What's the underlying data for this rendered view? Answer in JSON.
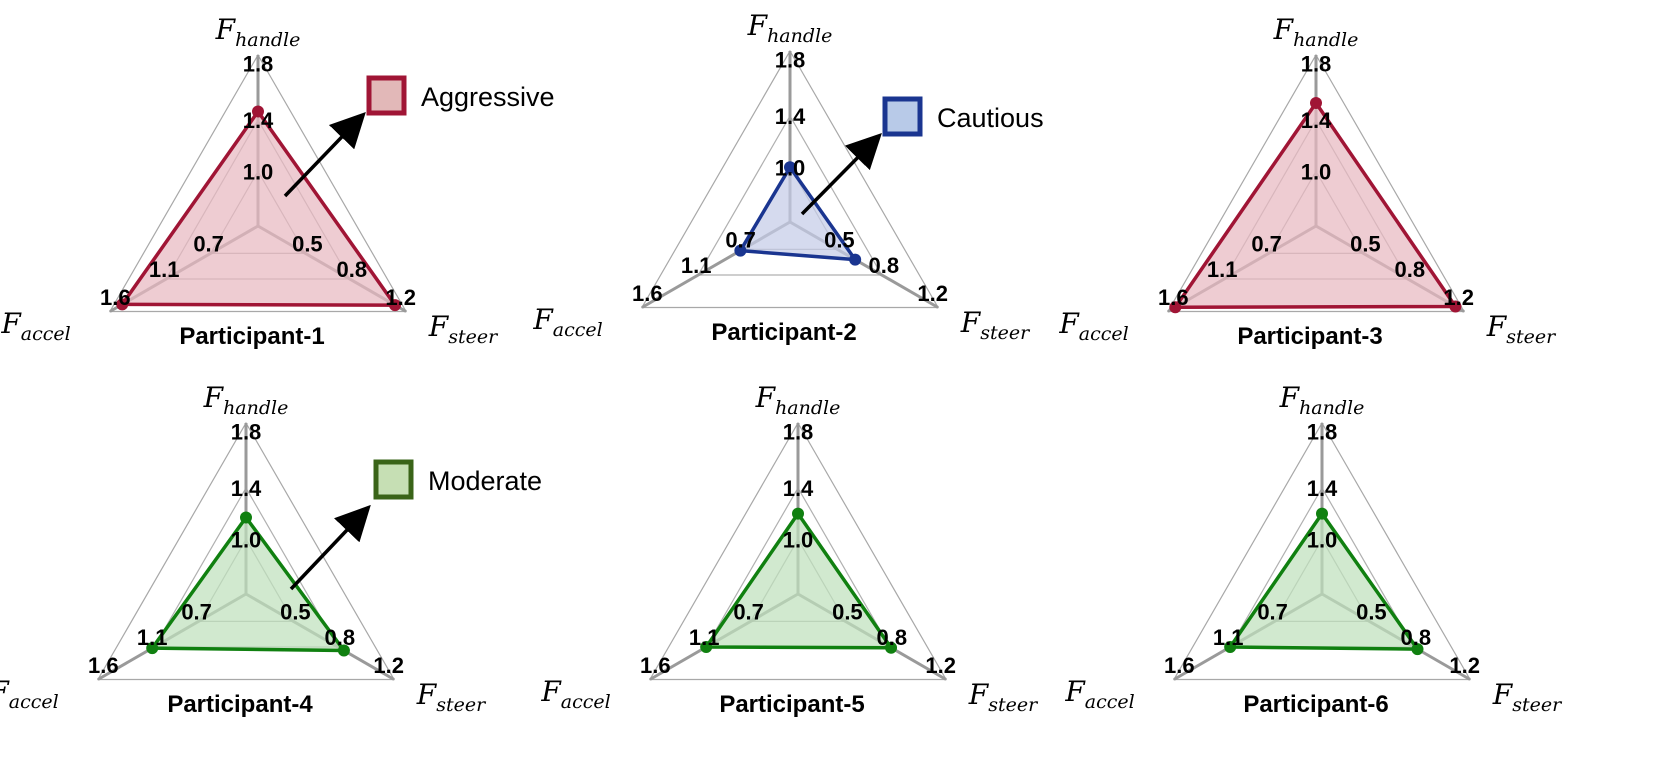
{
  "chart_data": [
    {
      "type": "radar",
      "title": "Participant-1",
      "axes": [
        {
          "name": "F",
          "sub": "handle",
          "ticks": [
            "1.0",
            "1.4",
            "1.8"
          ]
        },
        {
          "name": "F",
          "sub": "steer",
          "ticks": [
            "0.5",
            "0.8",
            "1.2"
          ]
        },
        {
          "name": "F",
          "sub": "accel",
          "ticks": [
            "0.7",
            "1.1",
            "1.6"
          ]
        }
      ],
      "values": [
        1.46,
        1.17,
        1.55
      ],
      "style": "aggressive",
      "legend": "Aggressive"
    },
    {
      "type": "radar",
      "title": "Participant-2",
      "axes": [
        {
          "name": "F",
          "sub": "handle",
          "ticks": [
            "1.0",
            "1.4",
            "1.8"
          ]
        },
        {
          "name": "F",
          "sub": "steer",
          "ticks": [
            "0.5",
            "0.8",
            "1.2"
          ]
        },
        {
          "name": "F",
          "sub": "accel",
          "ticks": [
            "0.7",
            "1.1",
            "1.6"
          ]
        }
      ],
      "values": [
        1.0,
        0.62,
        0.72
      ],
      "style": "cautious",
      "legend": "Cautious"
    },
    {
      "type": "radar",
      "title": "Participant-3",
      "axes": [
        {
          "name": "F",
          "sub": "handle",
          "ticks": [
            "1.0",
            "1.4",
            "1.8"
          ]
        },
        {
          "name": "F",
          "sub": "steer",
          "ticks": [
            "0.5",
            "0.8",
            "1.2"
          ]
        },
        {
          "name": "F",
          "sub": "accel",
          "ticks": [
            "0.7",
            "1.1",
            "1.6"
          ]
        }
      ],
      "values": [
        1.52,
        1.19,
        1.6
      ],
      "style": "aggressive",
      "legend": ""
    },
    {
      "type": "radar",
      "title": "Participant-4",
      "axes": [
        {
          "name": "F",
          "sub": "handle",
          "ticks": [
            "1.0",
            "1.4",
            "1.8"
          ]
        },
        {
          "name": "F",
          "sub": "steer",
          "ticks": [
            "0.5",
            "0.8",
            "1.2"
          ]
        },
        {
          "name": "F",
          "sub": "accel",
          "ticks": [
            "0.7",
            "1.1",
            "1.6"
          ]
        }
      ],
      "values": [
        1.17,
        0.85,
        1.12
      ],
      "style": "moderate",
      "legend": "Moderate"
    },
    {
      "type": "radar",
      "title": "Participant-5",
      "axes": [
        {
          "name": "F",
          "sub": "handle",
          "ticks": [
            "1.0",
            "1.4",
            "1.8"
          ]
        },
        {
          "name": "F",
          "sub": "steer",
          "ticks": [
            "0.5",
            "0.8",
            "1.2"
          ]
        },
        {
          "name": "F",
          "sub": "accel",
          "ticks": [
            "0.7",
            "1.1",
            "1.6"
          ]
        }
      ],
      "values": [
        1.2,
        0.81,
        1.1
      ],
      "style": "moderate",
      "legend": ""
    },
    {
      "type": "radar",
      "title": "Participant-6",
      "axes": [
        {
          "name": "F",
          "sub": "handle",
          "ticks": [
            "1.0",
            "1.4",
            "1.8"
          ]
        },
        {
          "name": "F",
          "sub": "steer",
          "ticks": [
            "0.5",
            "0.8",
            "1.2"
          ]
        },
        {
          "name": "F",
          "sub": "accel",
          "ticks": [
            "0.7",
            "1.1",
            "1.6"
          ]
        }
      ],
      "values": [
        1.2,
        0.83,
        1.1
      ],
      "style": "moderate",
      "legend": ""
    }
  ],
  "styles": {
    "aggressive": {
      "stroke": "#a01535",
      "fill": "#e7b9c0",
      "marker": "#a01535",
      "legend_fill": "#e2b8b8"
    },
    "cautious": {
      "stroke": "#1a3590",
      "fill": "#c5cce8",
      "marker": "#1a3590",
      "legend_fill": "#b8cae8"
    },
    "moderate": {
      "stroke": "#108010",
      "fill": "#bfe0bc",
      "marker": "#108010",
      "legend_fill": "#c6dfb4",
      "legend_stroke": "#3a6418"
    }
  }
}
